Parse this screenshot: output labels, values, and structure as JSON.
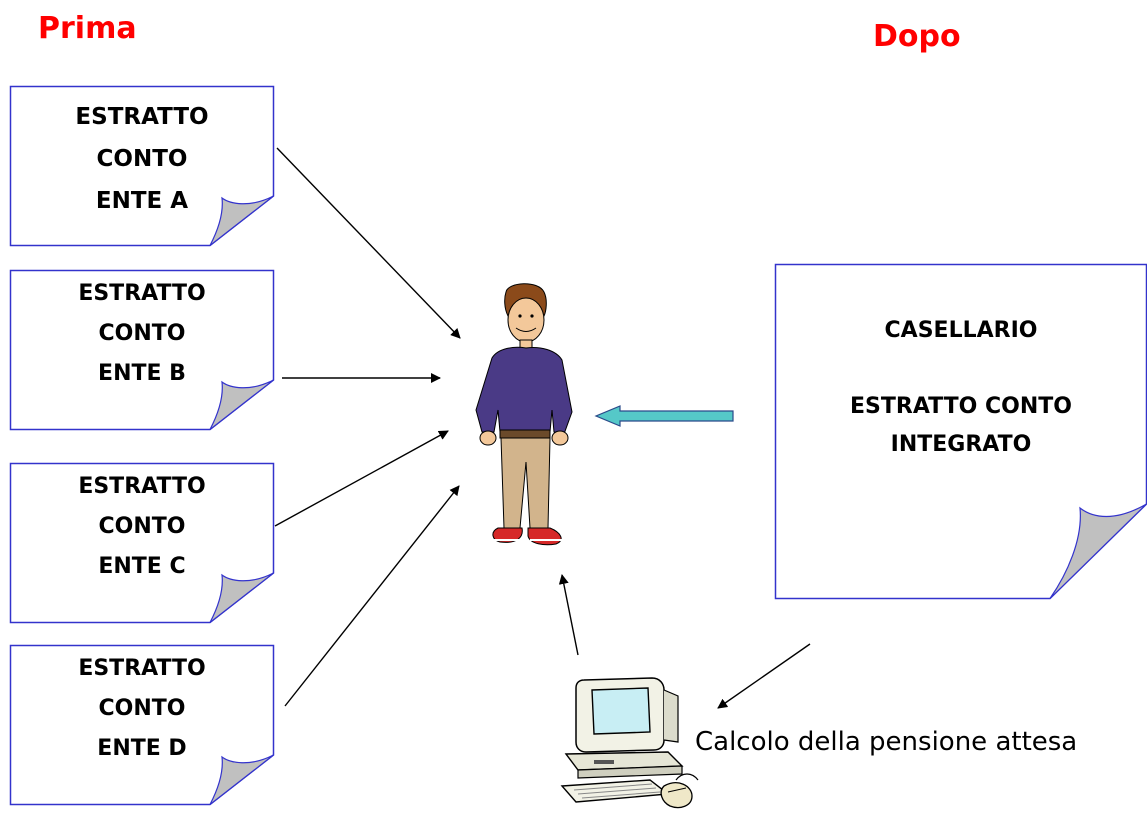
{
  "headings": {
    "before": "Prima",
    "after": "Dopo"
  },
  "statements": [
    {
      "lines": [
        "ESTRATTO",
        "CONTO",
        "ENTE A"
      ]
    },
    {
      "lines": [
        "ESTRATTO",
        "CONTO",
        "ENTE B"
      ]
    },
    {
      "lines": [
        "ESTRATTO",
        "CONTO",
        "ENTE C"
      ]
    },
    {
      "lines": [
        "ESTRATTO",
        "CONTO",
        "ENTE D"
      ]
    }
  ],
  "integrated": {
    "title": "CASELLARIO",
    "line1": "ESTRATTO CONTO",
    "line2": "INTEGRATO"
  },
  "computer_caption": "Calcolo della pensione attesa",
  "colors": {
    "heading": "#ff0000",
    "doc_border": "#3333cc",
    "fold": "#c0c0c0",
    "teal_arrow": "#55c8c8"
  },
  "icons": {
    "person": "person-clipart-icon",
    "computer": "computer-clipart-icon"
  }
}
